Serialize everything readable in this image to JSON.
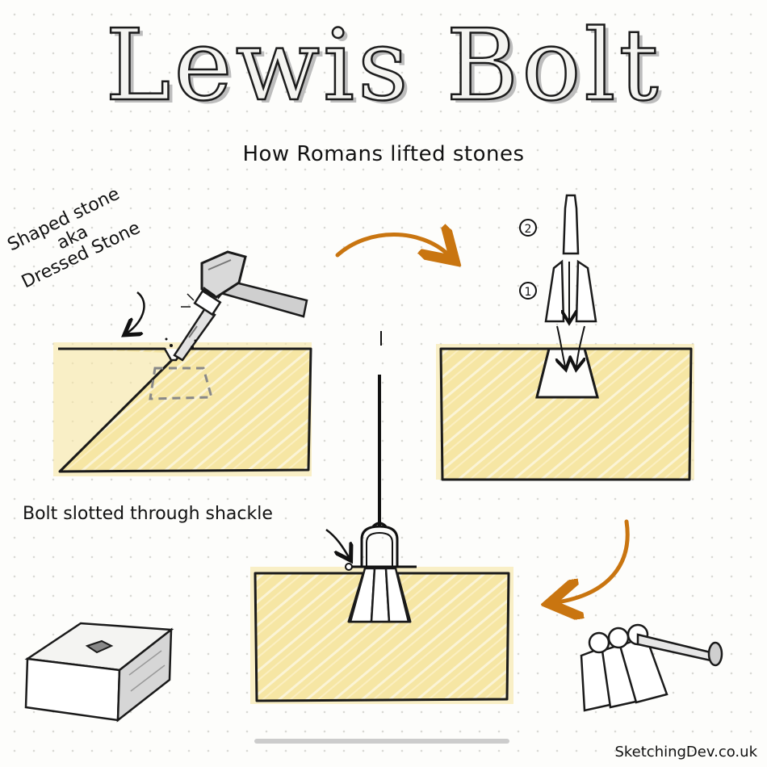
{
  "title": "Lewis Bolt",
  "subtitle": "How Romans lifted stones",
  "annotations": {
    "shaped_stone": "Shaped stone\naka\nDressed Stone",
    "bolt_slotted": "Bolt slotted through shackle"
  },
  "step_numbers": {
    "first": "1",
    "second": "2"
  },
  "credit": "SketchingDev.co.uk",
  "colors": {
    "stone": "#f6e6a4",
    "stone_edge": "#1a1a1a",
    "arrow": "#c97510",
    "ink": "#111111"
  }
}
